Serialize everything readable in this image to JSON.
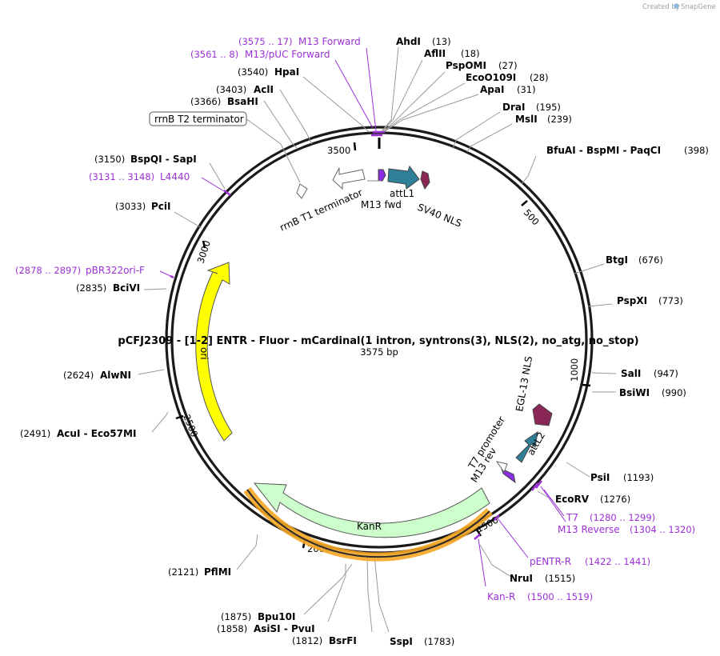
{
  "header": {
    "credit": "Created by",
    "brand": "SnapGene"
  },
  "plasmid": {
    "title": "pCFJ2309 - [1-2] ENTR - Fluor - mCardinal(1 intron, syntrons(3), NLS(2), no_atg, no_stop)",
    "size_label": "3575 bp",
    "ticks": [
      "500",
      "1000",
      "1500",
      "2000",
      "2500",
      "3000",
      "3500"
    ]
  },
  "enzymes": [
    {
      "id": "ahdi",
      "name": "AhdI",
      "pos": "(13)"
    },
    {
      "id": "aflii",
      "name": "AflII",
      "pos": "(18)"
    },
    {
      "id": "pspomi",
      "name": "PspOMI",
      "pos": "(27)"
    },
    {
      "id": "ecoo109i",
      "name": "EcoO109I",
      "pos": "(28)"
    },
    {
      "id": "apai",
      "name": "ApaI",
      "pos": "(31)"
    },
    {
      "id": "drai",
      "name": "DraI",
      "pos": "(195)"
    },
    {
      "id": "msli",
      "name": "MslI",
      "pos": "(239)"
    },
    {
      "id": "bfuai",
      "name": "BfuAI  -  BspMI  -  PaqCI",
      "pos": "(398)"
    },
    {
      "id": "btgi",
      "name": "BtgI",
      "pos": "(676)"
    },
    {
      "id": "pspxi",
      "name": "PspXI",
      "pos": "(773)"
    },
    {
      "id": "sali",
      "name": "SalI",
      "pos": "(947)"
    },
    {
      "id": "bsiwi",
      "name": "BsiWI",
      "pos": "(990)"
    },
    {
      "id": "psii",
      "name": "PsiI",
      "pos": "(1193)"
    },
    {
      "id": "ecorv",
      "name": "EcoRV",
      "pos": "(1276)"
    },
    {
      "id": "nrui",
      "name": "NruI",
      "pos": "(1515)"
    },
    {
      "id": "sspi",
      "name": "SspI",
      "pos": "(1783)"
    },
    {
      "id": "bsrfi",
      "name": "BsrFI",
      "pos": "(1812)"
    },
    {
      "id": "asisi",
      "name": "AsiSI  -  PvuI",
      "pos": "(1858)"
    },
    {
      "id": "bpu10i",
      "name": "Bpu10I",
      "pos": "(1875)"
    },
    {
      "id": "pflmi",
      "name": "PflMI",
      "pos": "(2121)"
    },
    {
      "id": "acui",
      "name": "AcuI  -  Eco57MI",
      "pos": "(2491)"
    },
    {
      "id": "alwni",
      "name": "AlwNI",
      "pos": "(2624)"
    },
    {
      "id": "bcivi",
      "name": "BciVI",
      "pos": "(2835)"
    },
    {
      "id": "pcii",
      "name": "PciI",
      "pos": "(3033)"
    },
    {
      "id": "bspqi",
      "name": "BspQI  -  SapI",
      "pos": "(3150)"
    },
    {
      "id": "bsahi",
      "name": "BsaHI",
      "pos": "(3366)"
    },
    {
      "id": "acli",
      "name": "AclI",
      "pos": "(3403)"
    },
    {
      "id": "hpai",
      "name": "HpaI",
      "pos": "(3540)"
    }
  ],
  "primers": [
    {
      "id": "m13-forward",
      "name": "M13 Forward",
      "pos": "(3575 .. 17)"
    },
    {
      "id": "m13-puc-forward",
      "name": "M13/pUC Forward",
      "pos": "(3561 .. 8)"
    },
    {
      "id": "l4440",
      "name": "L4440",
      "pos": "(3131 .. 3148)"
    },
    {
      "id": "pbr322ori-f",
      "name": "pBR322ori-F",
      "pos": "(2878 .. 2897)"
    },
    {
      "id": "t7",
      "name": "T7",
      "pos": "(1280 .. 1299)"
    },
    {
      "id": "m13-reverse",
      "name": "M13 Reverse",
      "pos": "(1304 .. 1320)"
    },
    {
      "id": "pentr-r",
      "name": "pENTR-R",
      "pos": "(1422 .. 1441)"
    },
    {
      "id": "kan-r",
      "name": "Kan-R",
      "pos": "(1500 .. 1519)"
    }
  ],
  "features": {
    "rrnb_t2": "rrnB T2 terminator",
    "rrnb_t1": "rrnB T1 terminator",
    "m13_fwd": "M13 fwd",
    "attl1": "attL1",
    "sv40_nls": "SV40 NLS",
    "egl13_nls": "EGL-13 NLS",
    "attl2": "attL2",
    "t7_promoter": "T7 promoter",
    "m13_rev": "M13 rev",
    "kanr": "KanR",
    "ori": "ori"
  },
  "colors": {
    "primer": "#9b30d9",
    "attl": "#2f7f98",
    "nls": "#8a2757",
    "ori": "#ffff00",
    "kanr": "#ccffcc",
    "kanr_highlight": "#f5a623",
    "m13": "#8b2be2"
  }
}
